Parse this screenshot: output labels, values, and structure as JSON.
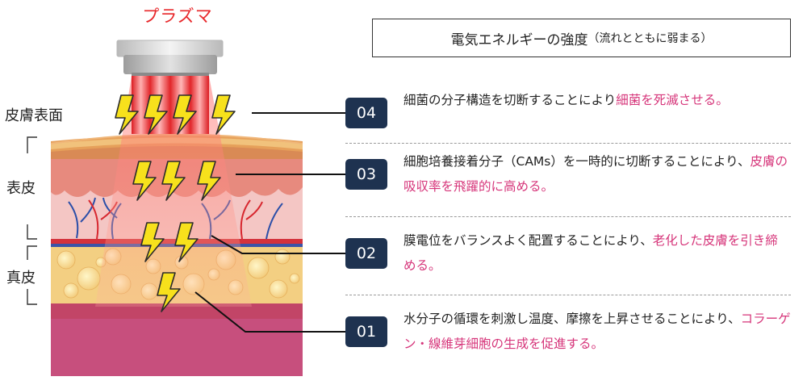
{
  "title": "プラズマ",
  "legend": {
    "main": "電気エネルギーの強度",
    "sub": "（流れとともに弱まる）"
  },
  "layers": {
    "skin_surface": "皮膚表面",
    "epidermis": "表皮",
    "dermis": "真皮"
  },
  "steps": [
    {
      "badge": "04",
      "text_plain": "細菌の分子構造を切断することにより",
      "text_highlight": "細菌を死滅させる。",
      "text_tail": ""
    },
    {
      "badge": "03",
      "text_plain": "細胞培養接着分子（CAMs）を一時的に切断することにより、",
      "text_highlight": "皮膚の吸収率を飛躍的に高める。",
      "text_tail": ""
    },
    {
      "badge": "02",
      "text_plain": "膜電位をバランスよく配置することにより、",
      "text_highlight": "老化した皮膚を引き締める。",
      "text_tail": ""
    },
    {
      "badge": "01",
      "text_plain": "水分子の循環を刺激し温度、摩擦を上昇させることにより、",
      "text_highlight": "コラーゲン・線維芽細胞の生成を促進する。",
      "text_tail": ""
    }
  ],
  "colors": {
    "title_red": "#e8282b",
    "badge_navy": "#1e3250",
    "highlight_pink": "#d6357a",
    "bolt_yellow": "#f7e11c"
  }
}
